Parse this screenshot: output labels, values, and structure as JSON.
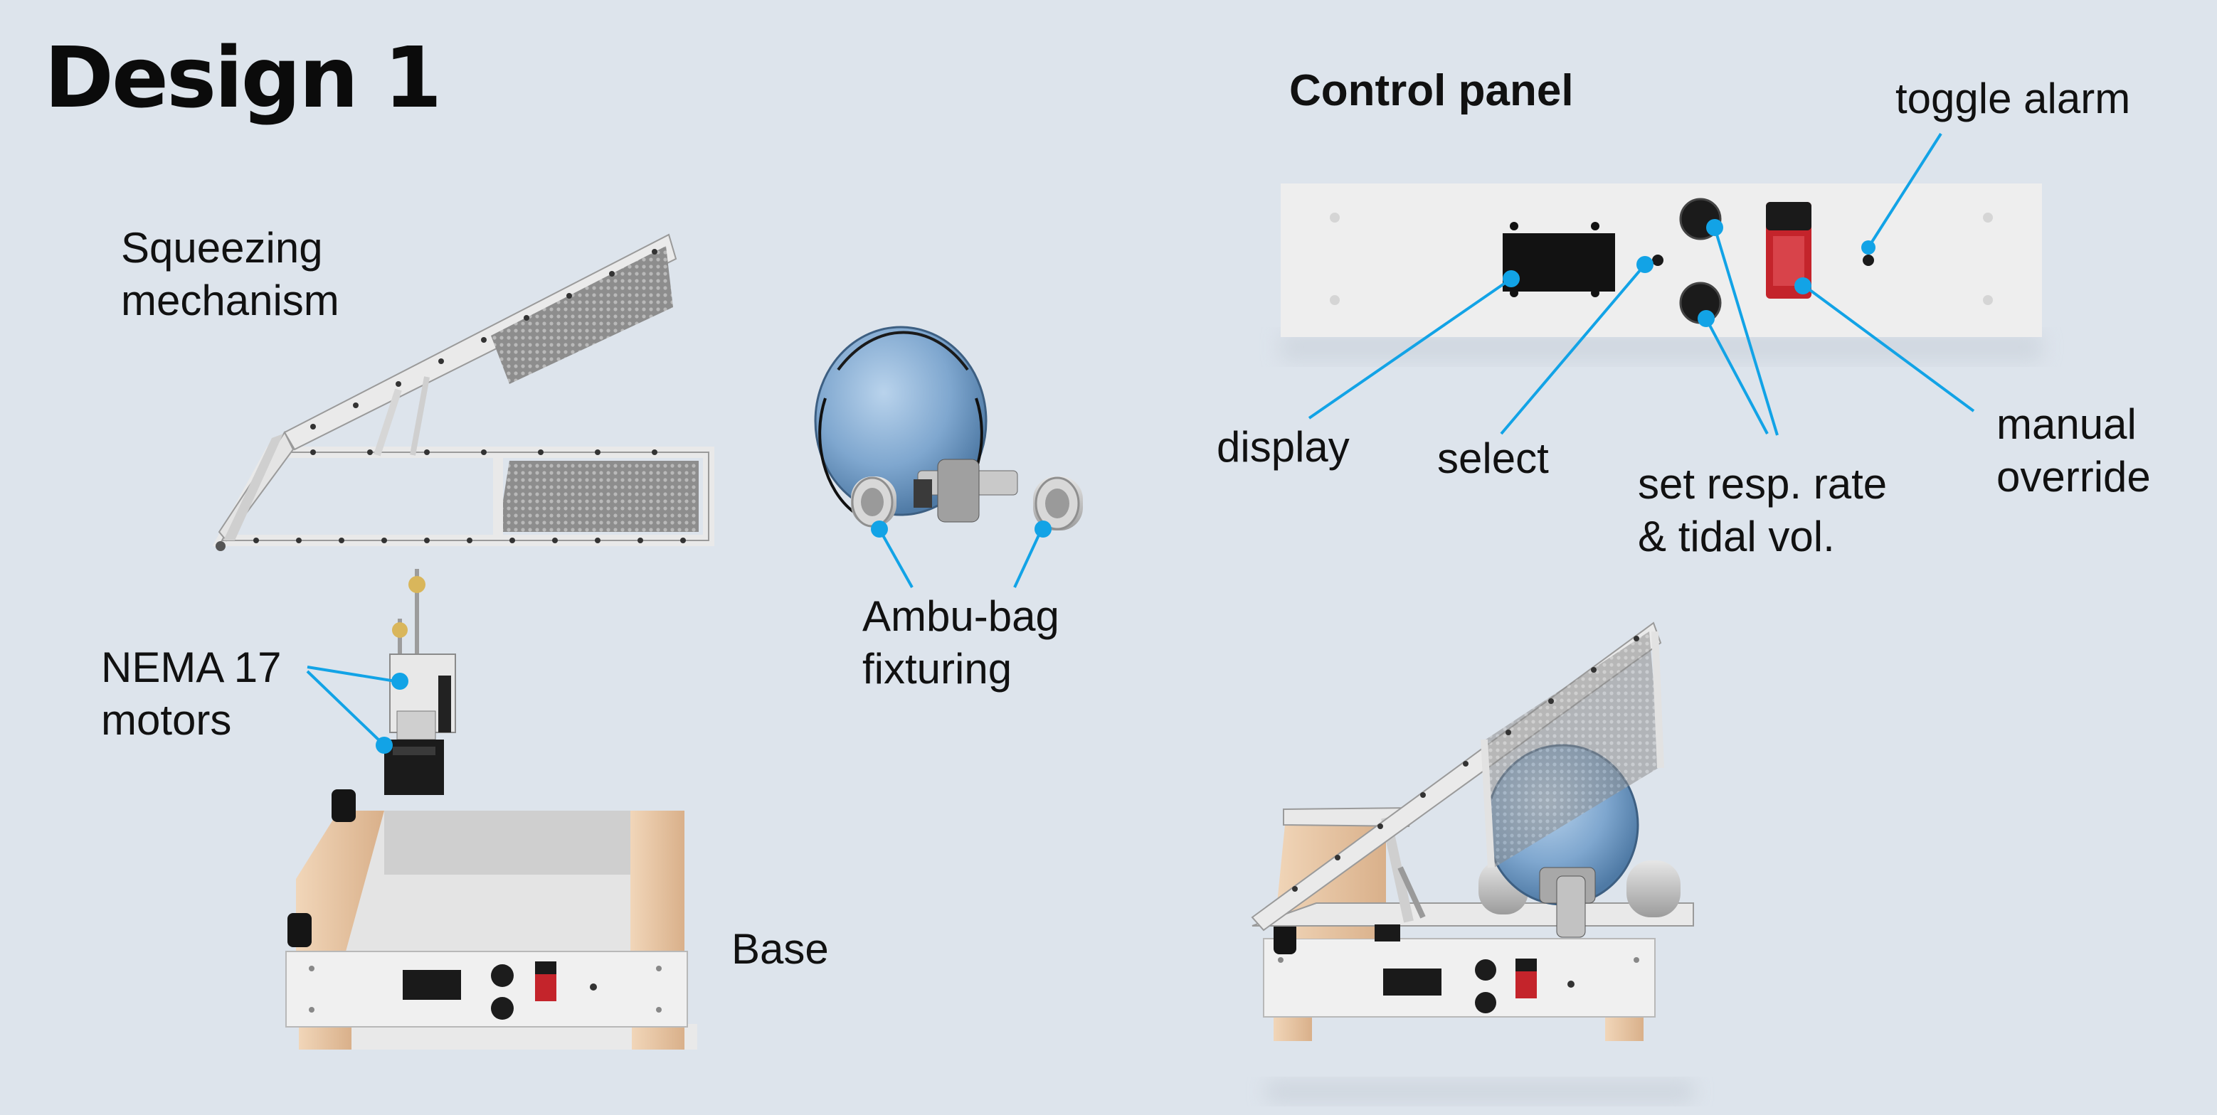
{
  "header": {
    "title": "Design 1"
  },
  "control_panel": {
    "title": "Control panel"
  },
  "labels": {
    "squeezing": [
      "Squeezing",
      "mechanism"
    ],
    "nema": [
      "NEMA 17",
      "motors"
    ],
    "ambu": [
      "Ambu-bag",
      "fixturing"
    ],
    "base": "Base",
    "display": "display",
    "select": "select",
    "set_resp": [
      "set resp. rate",
      "& tidal vol."
    ],
    "manual": [
      "manual",
      "override"
    ],
    "toggle": "toggle alarm"
  },
  "colors": {
    "background": "#dde4ec",
    "callout": "#12a3e6",
    "panel": "#eeeeee",
    "wood": "#e7c6a4",
    "bag": "#7fa7cf",
    "switch": "#c4242b"
  }
}
